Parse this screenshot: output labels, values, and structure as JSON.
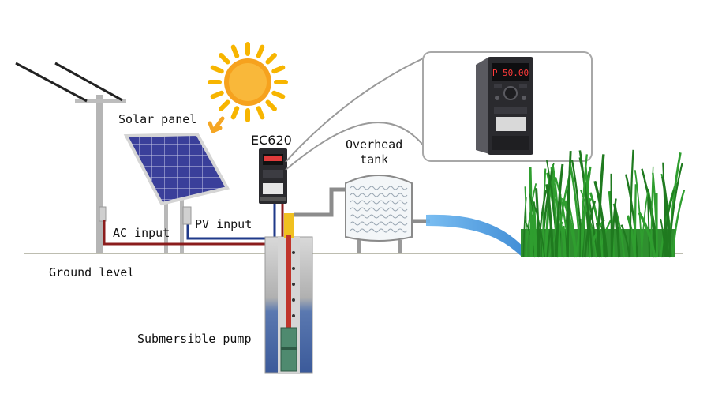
{
  "labels": {
    "solar_panel": "Solar panel",
    "ec620": "EC620",
    "overhead_tank_line1": "Overhead",
    "overhead_tank_line2": "tank",
    "ac_input": "AC input",
    "pv_input": "PV input",
    "ground_level": "Ground level",
    "submersible_pump": "Submersible pump"
  },
  "inverter_display": "P 50.00",
  "colors": {
    "sun": "#f5a623",
    "sun_ray": "#f7b500",
    "panel": "#3b3f9e",
    "ac_wire": "#8b1c1c",
    "pv_wire": "#1f3a8a",
    "pipe": "#8c8c8c",
    "water": "#3a8fd8",
    "grass": "#2f9e2f",
    "ground": "#c8c8b8",
    "inverter_body": "#2a2a2e"
  },
  "icons": [
    "sun-icon",
    "solar-panel-icon",
    "inverter-icon",
    "water-tank-icon",
    "submersible-pump-icon",
    "grass-icon",
    "power-pole-icon"
  ]
}
